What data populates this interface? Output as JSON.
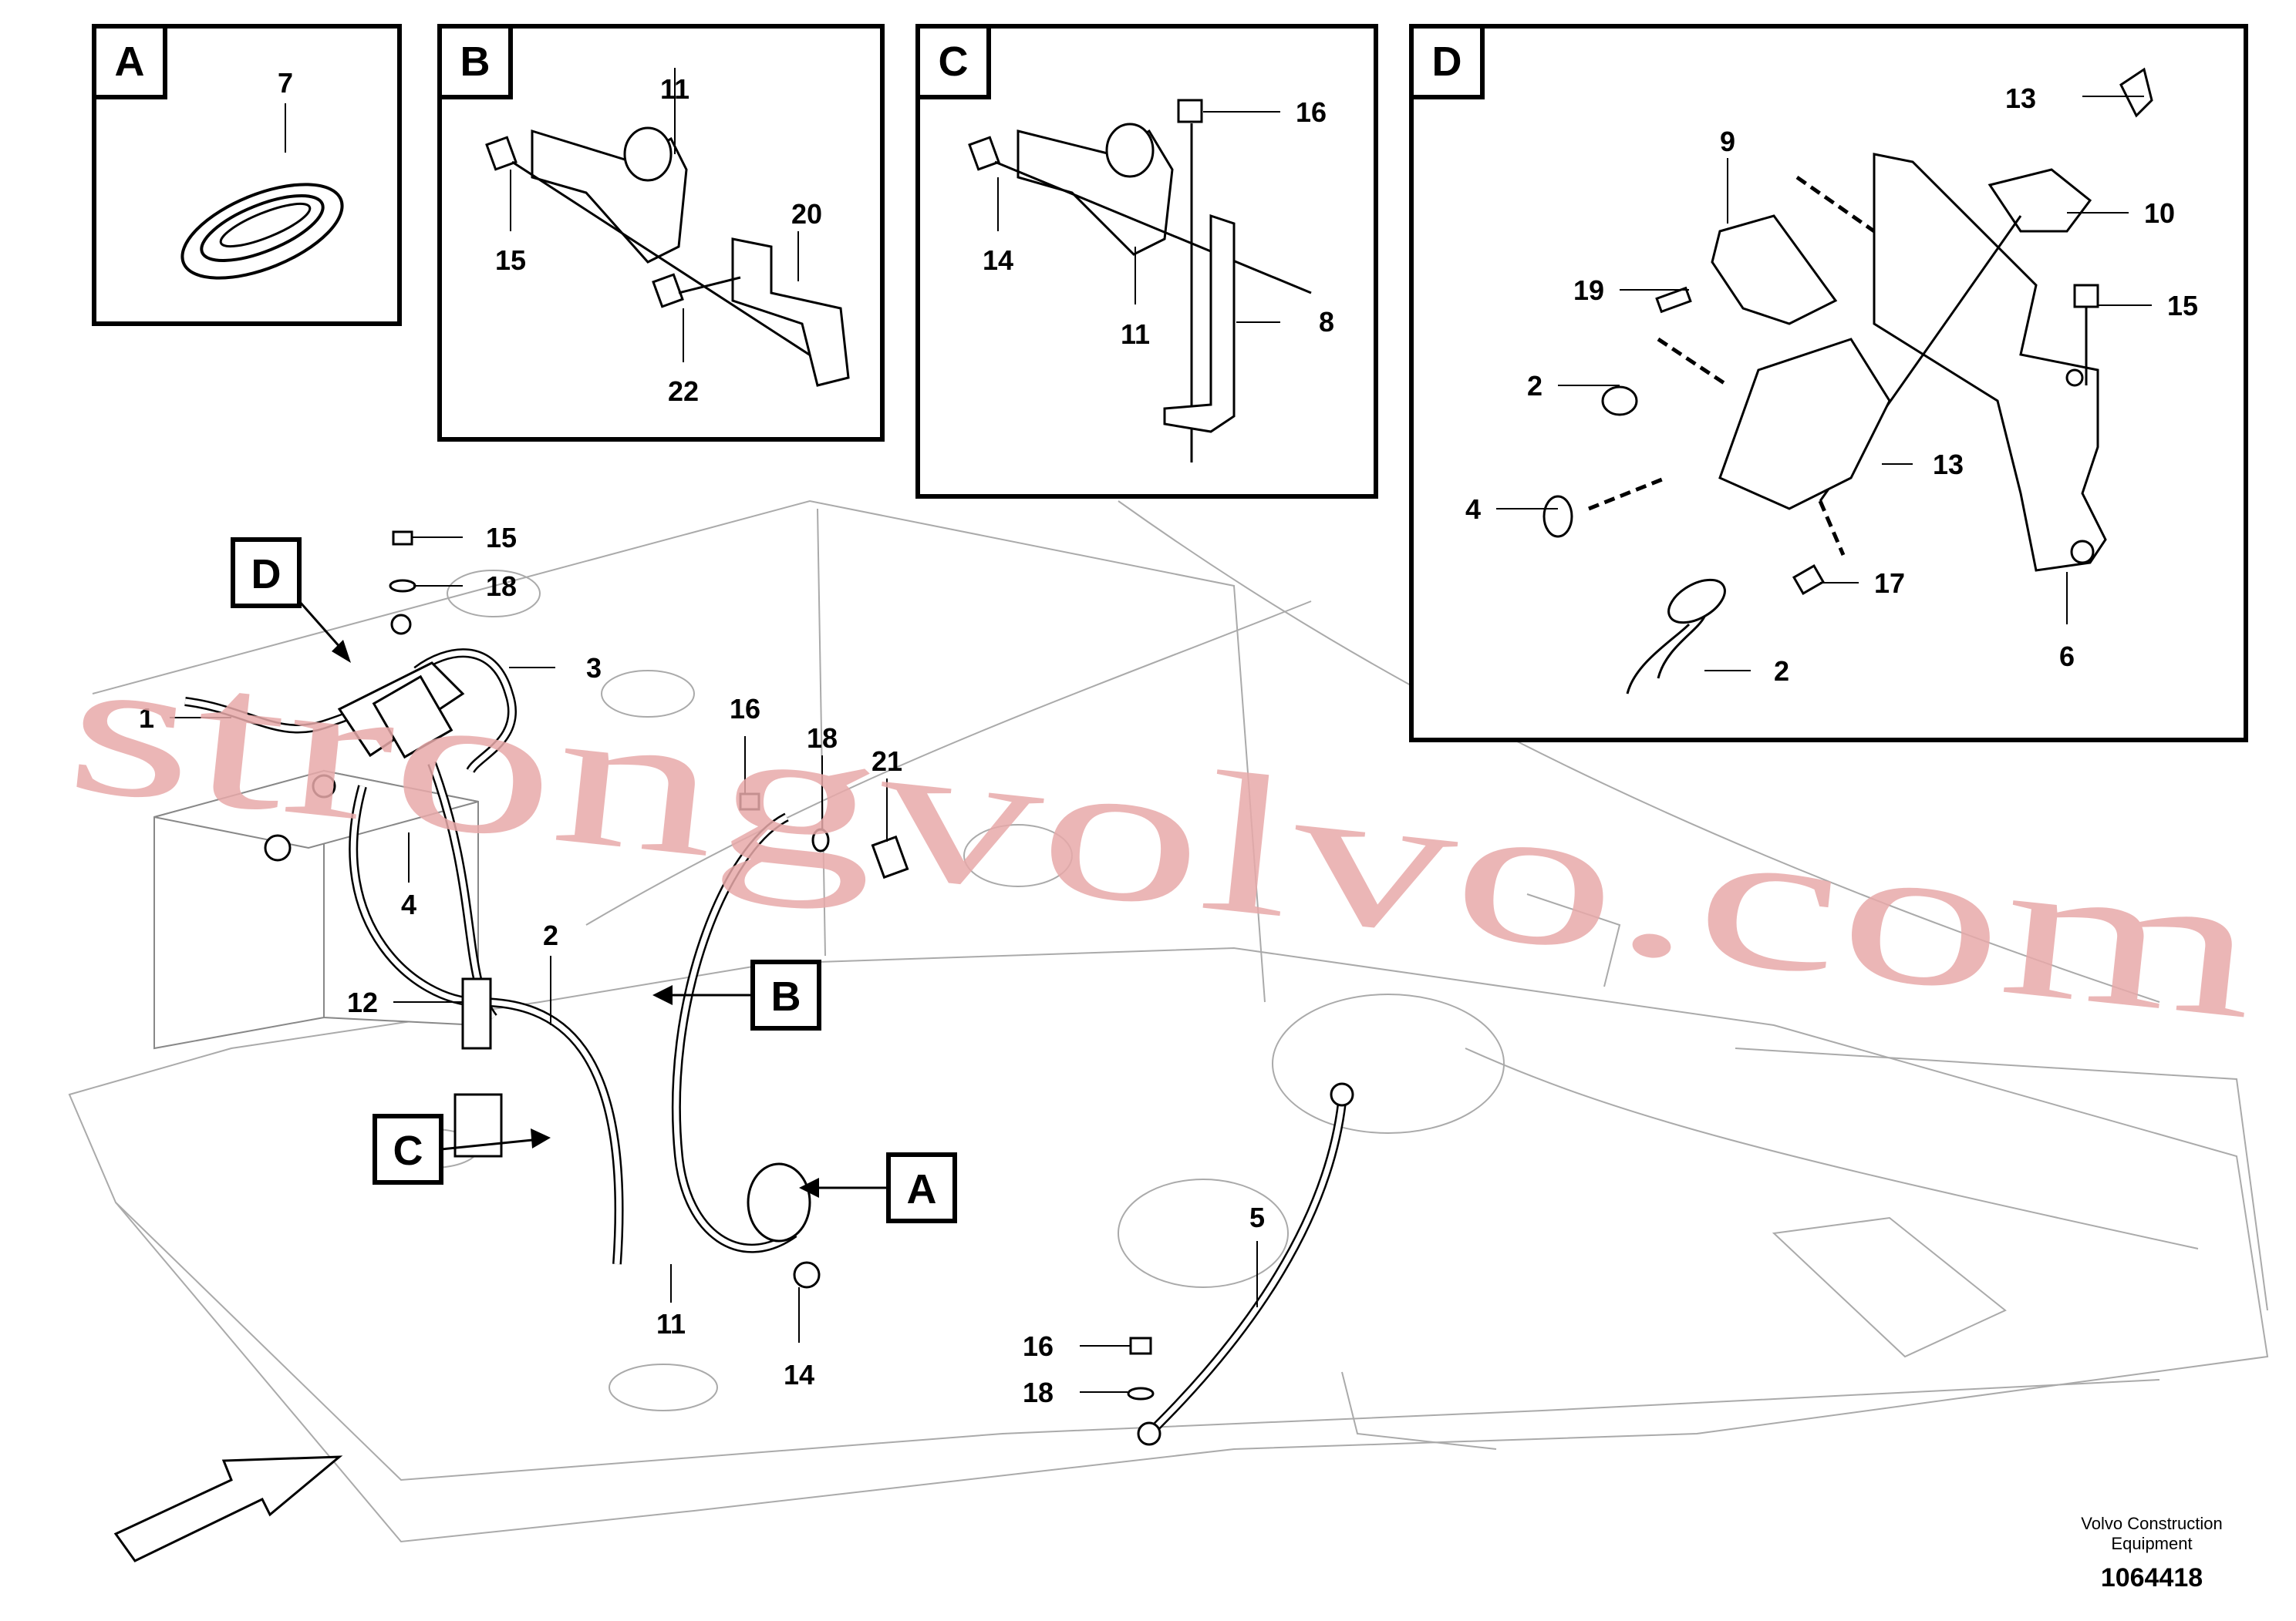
{
  "insets": [
    {
      "tag": "A",
      "callouts": [
        "7"
      ]
    },
    {
      "tag": "B",
      "callouts": [
        "11",
        "20",
        "15",
        "22"
      ]
    },
    {
      "tag": "C",
      "callouts": [
        "16",
        "14",
        "11",
        "8"
      ]
    },
    {
      "tag": "D",
      "callouts": [
        "13",
        "9",
        "10",
        "19",
        "15",
        "2",
        "13",
        "4",
        "17",
        "2",
        "6"
      ]
    }
  ],
  "main_callouts": [
    "15",
    "18",
    "3",
    "1",
    "16",
    "18",
    "21",
    "4",
    "2",
    "12",
    "11",
    "14",
    "5",
    "16",
    "18"
  ],
  "main_tags": [
    "D",
    "B",
    "C",
    "A"
  ],
  "watermark": "strongvolvo.com",
  "footer": {
    "company_line1": "Volvo Construction",
    "company_line2": "Equipment",
    "drawing_number": "1064418"
  }
}
